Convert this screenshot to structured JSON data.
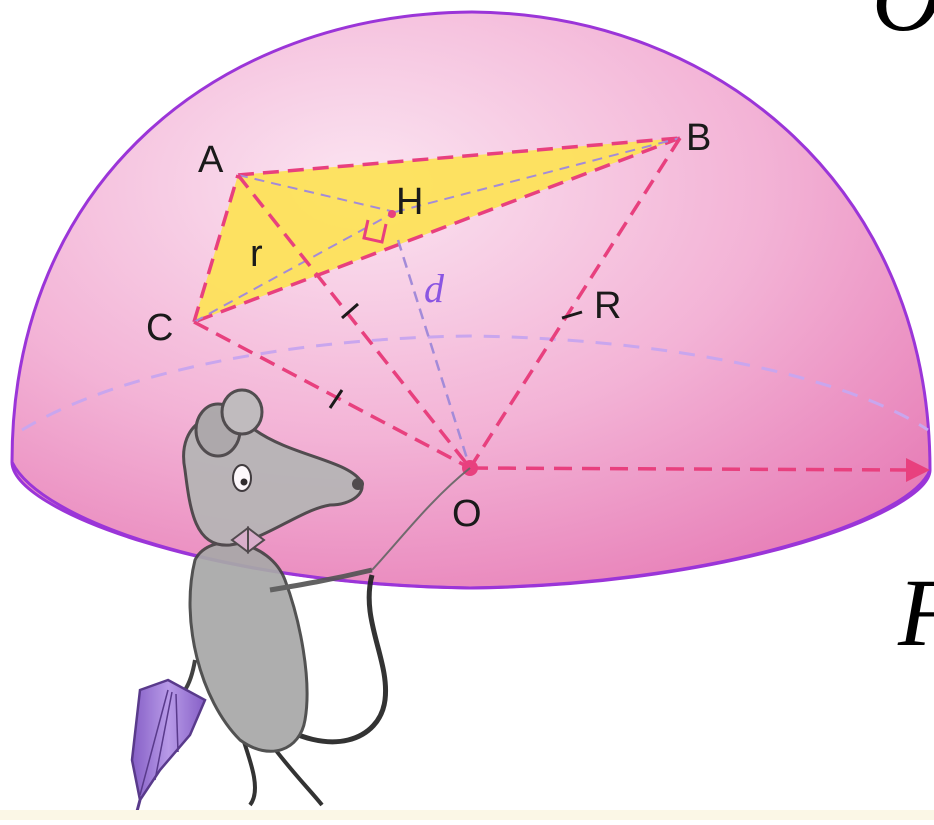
{
  "points": {
    "A": "A",
    "B": "B",
    "C": "C",
    "H": "H",
    "O": "O"
  },
  "segments": {
    "r": "r",
    "R": "R",
    "d": "d"
  },
  "edge_glyphs": {
    "top_right": "O",
    "bottom_right": "F"
  },
  "colors": {
    "sphere_light": "#f9d6ea",
    "sphere_dark": "#ea86bc",
    "sphere_outline": "#9b35d8",
    "dashed_pink": "#e8407e",
    "triangle_fill": "#fde25a",
    "d_color": "#8a56e2",
    "equator_dash": "#c9a6ee",
    "umbrella": "#9a6fd2",
    "mouse_body": "#a8a8a8"
  }
}
